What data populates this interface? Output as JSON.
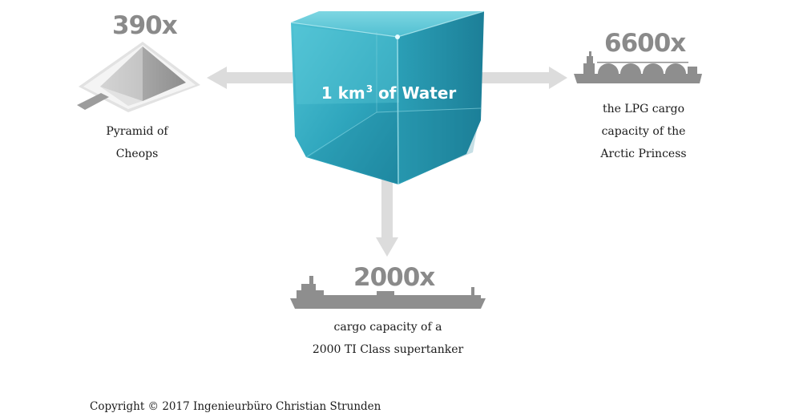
{
  "colors": {
    "cube_front": "#2fa6bd",
    "cube_top": "#5ec7d6",
    "cube_side": "#238ba3",
    "arrow": "#dcdcdc",
    "silhouette": "#8e8e8e",
    "multiplier_text": "#8a8a8a",
    "caption_text": "#1a1a1a"
  },
  "cube": {
    "label_main": "1 km",
    "label_sup": "3",
    "label_rest": " of Water"
  },
  "comparisons": {
    "pyramid": {
      "multiplier": "390x",
      "caption_line1": "Pyramid of",
      "caption_line2": "Cheops",
      "icon": "pyramid-icon"
    },
    "lpg_ship": {
      "multiplier": "6600x",
      "caption_line1": "the LPG cargo",
      "caption_line2": "capacity of the",
      "caption_line3": "Arctic Princess",
      "icon": "lpg-ship-icon"
    },
    "tanker": {
      "multiplier": "2000x",
      "caption_line1": "cargo capacity of a",
      "caption_line2": "2000 TI Class supertanker",
      "icon": "supertanker-icon"
    }
  },
  "footer": {
    "copyright": "Copyright © 2017 Ingenieurbüro Christian Strunden"
  }
}
